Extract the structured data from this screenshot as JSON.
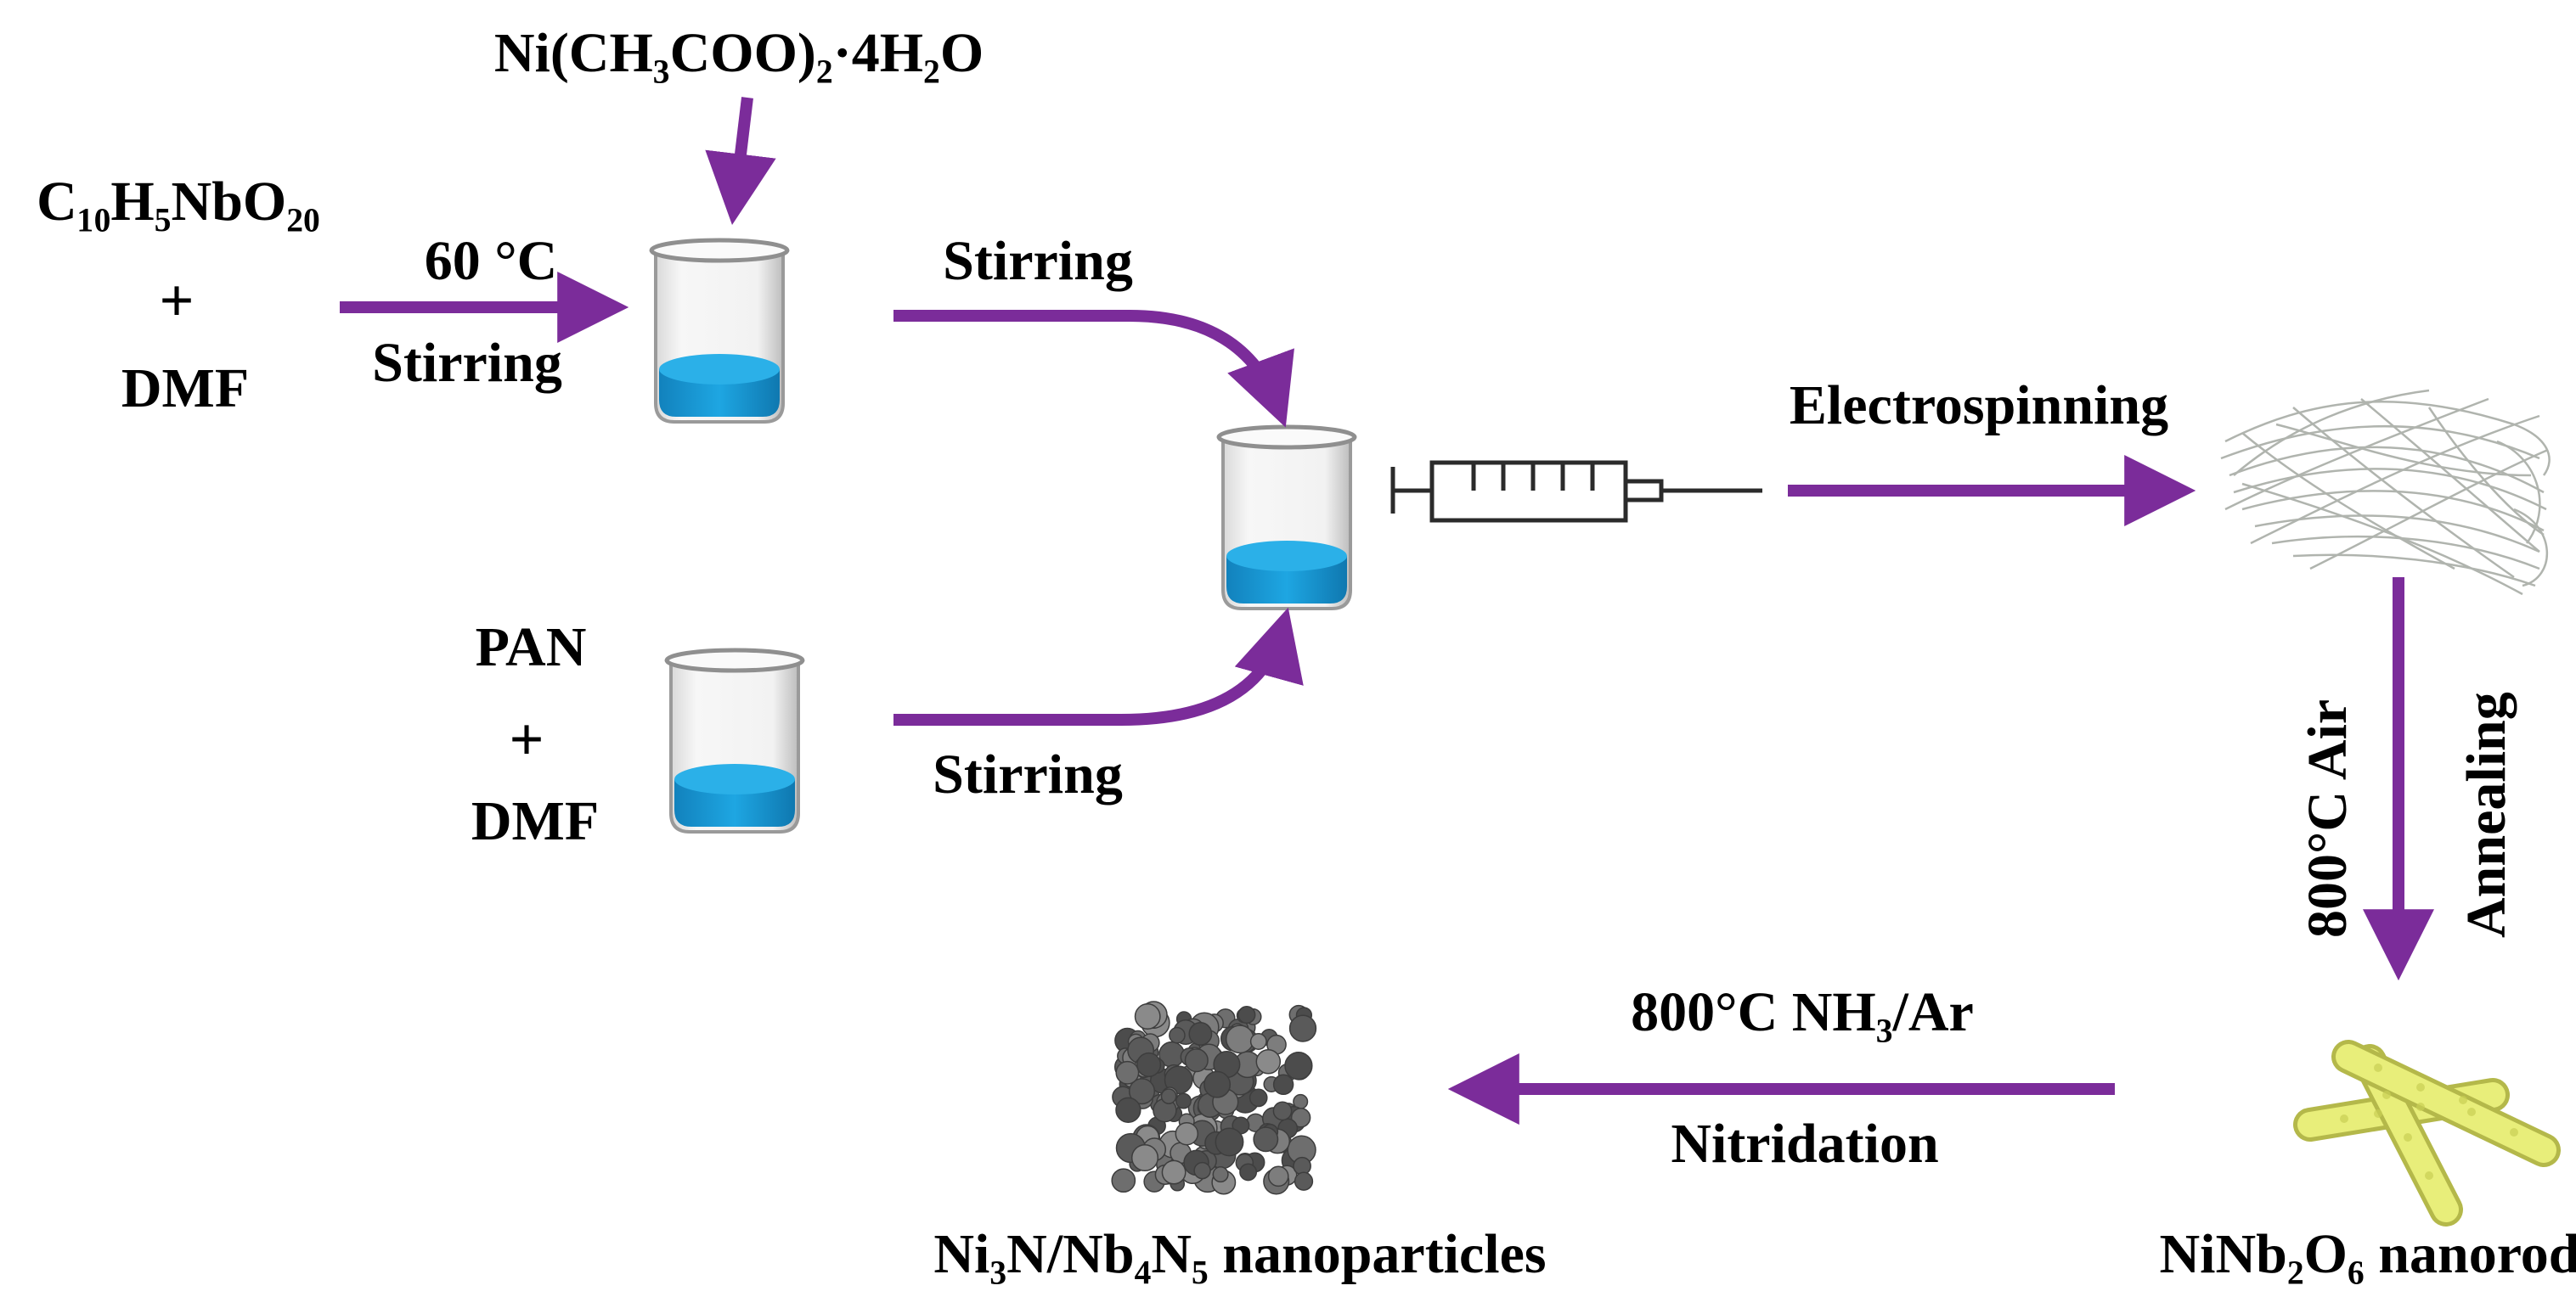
{
  "reagents": {
    "nickel_acetate": "Ni(CH₃COO)₂·4H₂O",
    "niobium_source": "C₁₀H₅NbO₂₀",
    "plus_1": "+",
    "solvent_1": "DMF",
    "polymer": "PAN",
    "plus_2": "+",
    "solvent_2": "DMF"
  },
  "steps": {
    "heating_temp": "60 °C",
    "heating_stirring": "Stirring",
    "mix_stirring_top": "Stirring",
    "mix_stirring_bottom": "Stirring",
    "electrospinning": "Electrospinning",
    "anneal_condition": "800°C  Air",
    "annealing": "Annealing",
    "nitridation_condition": "800°C  NH₃/Ar",
    "nitridation": "Nitridation"
  },
  "products": {
    "nanorod": "NiNb₂O₆  nanorod",
    "nanoparticles": "Ni₃N/Nb₄N₅  nanoparticles"
  },
  "colors": {
    "arrow": "#7B2C9A",
    "liquid": "#1A9BD7",
    "nanorod": "#E8EE7A",
    "particles": "#6E6E6E"
  }
}
